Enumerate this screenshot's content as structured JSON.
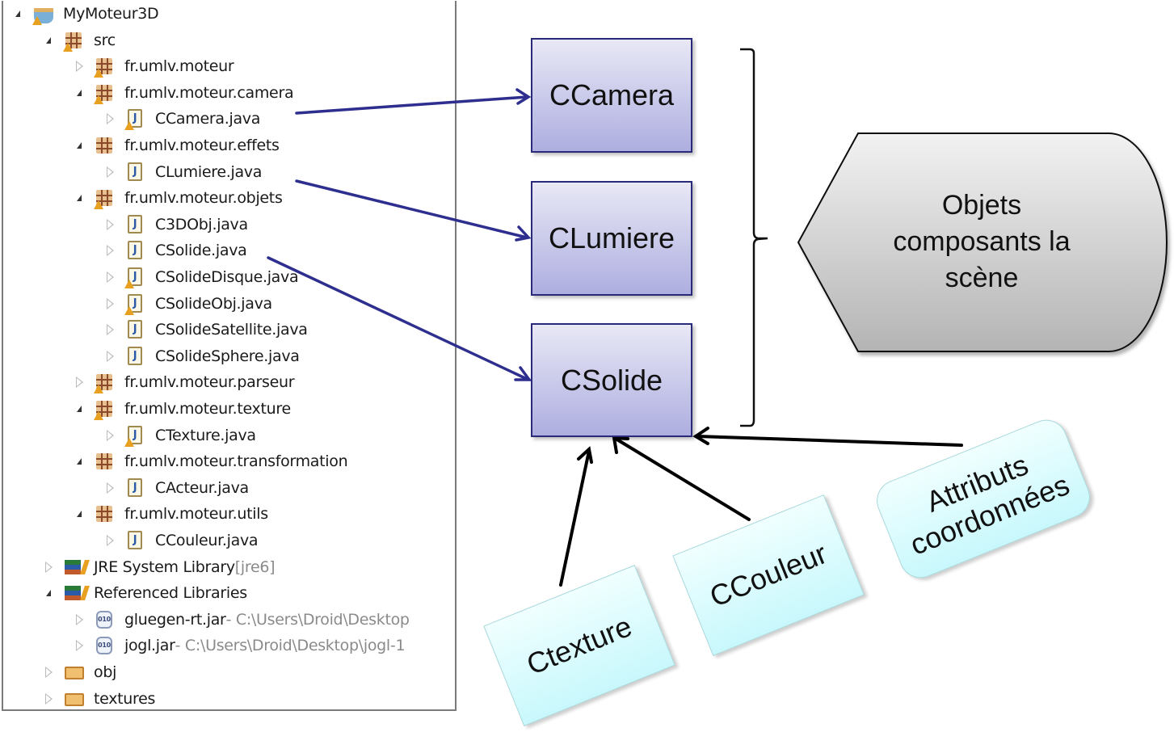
{
  "explorer": {
    "items": [
      {
        "label": "MyMoteur3D",
        "icon": "java-project-icon",
        "expanded": true,
        "warning": true,
        "level": 0
      },
      {
        "label": "src",
        "icon": "source-folder-icon",
        "expanded": true,
        "warning": true,
        "level": 1
      },
      {
        "label": "fr.umlv.moteur",
        "icon": "package-icon",
        "expanded": false,
        "warning": true,
        "level": 2
      },
      {
        "label": "fr.umlv.moteur.camera",
        "icon": "package-icon",
        "expanded": true,
        "warning": true,
        "level": 2
      },
      {
        "label": "CCamera.java",
        "icon": "java-file-icon",
        "expanded": false,
        "warning": true,
        "level": 3
      },
      {
        "label": "fr.umlv.moteur.effets",
        "icon": "package-icon",
        "expanded": true,
        "warning": false,
        "level": 2
      },
      {
        "label": "CLumiere.java",
        "icon": "java-file-icon",
        "expanded": false,
        "warning": false,
        "level": 3
      },
      {
        "label": "fr.umlv.moteur.objets",
        "icon": "package-icon",
        "expanded": true,
        "warning": true,
        "level": 2
      },
      {
        "label": "C3DObj.java",
        "icon": "java-file-icon",
        "expanded": false,
        "warning": false,
        "level": 3
      },
      {
        "label": "CSolide.java",
        "icon": "java-file-icon",
        "expanded": false,
        "warning": false,
        "level": 3
      },
      {
        "label": "CSolideDisque.java",
        "icon": "java-file-icon",
        "expanded": false,
        "warning": true,
        "level": 3
      },
      {
        "label": "CSolideObj.java",
        "icon": "java-file-icon",
        "expanded": false,
        "warning": true,
        "level": 3
      },
      {
        "label": "CSolideSatellite.java",
        "icon": "java-file-icon",
        "expanded": false,
        "warning": false,
        "level": 3
      },
      {
        "label": "CSolideSphere.java",
        "icon": "java-file-icon",
        "expanded": false,
        "warning": false,
        "level": 3
      },
      {
        "label": "fr.umlv.moteur.parseur",
        "icon": "package-icon",
        "expanded": false,
        "warning": true,
        "level": 2
      },
      {
        "label": "fr.umlv.moteur.texture",
        "icon": "package-icon",
        "expanded": true,
        "warning": true,
        "level": 2
      },
      {
        "label": "CTexture.java",
        "icon": "java-file-icon",
        "expanded": false,
        "warning": true,
        "level": 3
      },
      {
        "label": "fr.umlv.moteur.transformation",
        "icon": "package-icon",
        "expanded": true,
        "warning": false,
        "level": 2
      },
      {
        "label": "CActeur.java",
        "icon": "java-file-icon",
        "expanded": false,
        "warning": false,
        "level": 3
      },
      {
        "label": "fr.umlv.moteur.utils",
        "icon": "package-icon",
        "expanded": true,
        "warning": false,
        "level": 2
      },
      {
        "label": "CCouleur.java",
        "icon": "java-file-icon",
        "expanded": false,
        "warning": false,
        "level": 3
      },
      {
        "label": "JRE System Library",
        "suffix": " [jre6]",
        "icon": "library-icon",
        "expanded": false,
        "warning": false,
        "level": 1
      },
      {
        "label": "Referenced Libraries",
        "icon": "library-icon",
        "expanded": true,
        "warning": false,
        "level": 1
      },
      {
        "label": "gluegen-rt.jar",
        "suffix": " - C:\\Users\\Droid\\Desktop",
        "icon": "jar-icon",
        "expanded": false,
        "warning": false,
        "level": 2
      },
      {
        "label": "jogl.jar",
        "suffix": " - C:\\Users\\Droid\\Desktop\\jogl-1",
        "icon": "jar-icon",
        "expanded": false,
        "warning": false,
        "level": 2
      },
      {
        "label": "obj",
        "icon": "folder-icon",
        "expanded": false,
        "warning": false,
        "level": 1
      },
      {
        "label": "textures",
        "icon": "folder-icon",
        "expanded": false,
        "warning": false,
        "level": 1
      }
    ]
  },
  "diagram": {
    "classes": {
      "camera": "CCamera",
      "lumiere": "CLumiere",
      "solide": "CSolide"
    },
    "group_label": [
      "Objets",
      "composants la",
      "scène"
    ],
    "notes": {
      "texture": "Ctexture",
      "couleur": "CCouleur",
      "attributs": [
        "Attributs",
        "coordonnées"
      ]
    },
    "colors": {
      "mapping_arrow": "#2e2e8f",
      "dependency_arrow": "#000000",
      "class_fill_top": "#e8e8f6",
      "class_fill_bottom": "#aeaee0",
      "note_fill": "#d8fbfd",
      "group_fill": "#c8c8c8"
    }
  }
}
